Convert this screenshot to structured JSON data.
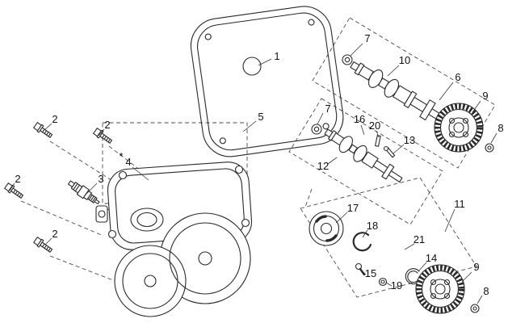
{
  "diagram": {
    "background": "#ffffff",
    "line_color": "#2a2a2a"
  },
  "callouts": [
    {
      "label": "1"
    },
    {
      "label": "2"
    },
    {
      "label": "2"
    },
    {
      "label": "2"
    },
    {
      "label": "2"
    },
    {
      "label": "3"
    },
    {
      "label": "4"
    },
    {
      "label": "5"
    },
    {
      "label": "6"
    },
    {
      "label": "7"
    },
    {
      "label": "7"
    },
    {
      "label": "8"
    },
    {
      "label": "8"
    },
    {
      "label": "9"
    },
    {
      "label": "9"
    },
    {
      "label": "10"
    },
    {
      "label": "11"
    },
    {
      "label": "12"
    },
    {
      "label": "13"
    },
    {
      "label": "14"
    },
    {
      "label": "15"
    },
    {
      "label": "16"
    },
    {
      "label": "17"
    },
    {
      "label": "18"
    },
    {
      "label": "19"
    },
    {
      "label": "20"
    },
    {
      "label": "21"
    },
    {
      "label": "*"
    }
  ]
}
